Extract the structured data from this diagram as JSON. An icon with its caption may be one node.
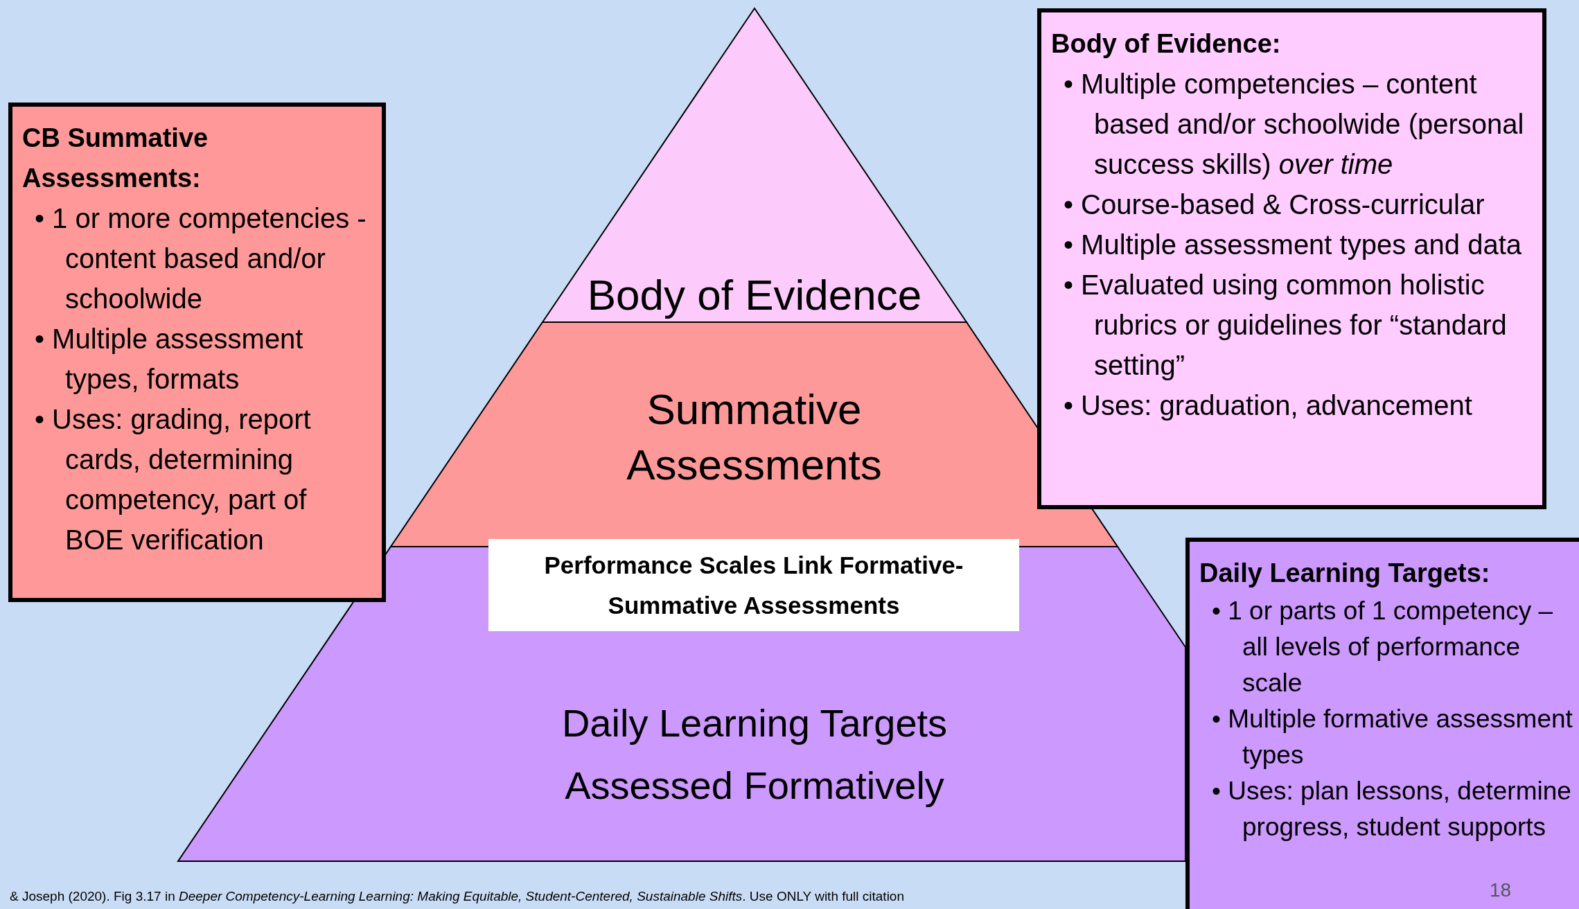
{
  "diagram": {
    "nodes": [
      {
        "text": [
          "CB Summative Assessments:",
          "• 1 or more competencies - content based and/or schoolwide",
          "• Multiple assessment types, formats",
          "• Uses: grading, report cards, determining competency, part of BOE verification"
        ]
      },
      {
        "text": [
          "Body of Evidence"
        ]
      },
      {
        "text": [
          "Summative Assessments"
        ]
      },
      {
        "text": [
          "Performance Scales Link Formative-Summative Assessments"
        ]
      },
      {
        "text": [
          "Daily Learning Targets Assessed Formatively"
        ]
      },
      {
        "text": [
          "Body of Evidence:",
          "• Multiple competencies – content based and/or schoolwide (personal success skills) *over time*",
          "• Course-based & Cross-curricular",
          "• Multiple assessment types and data",
          "• Evaluated using common holistic rubrics or guidelines for “standard setting”",
          "• Uses: graduation, advancement"
        ]
      },
      {
        "text": [
          "Daily Learning Targets:",
          "• 1 or parts of 1 competency – all levels of performance scale",
          "• Multiple formative assessment types",
          "• Uses: plan lessons, determine progress, student supports"
        ]
      }
    ],
    "edges": [],
    "labels": [
      "& Joseph (2020). Fig 3.17 in *Deeper Competency-Learning Learning: Making Equitable, Student-Centered, Sustainable Shifts*. Use ONLY with full citation",
      "18"
    ]
  }
}
